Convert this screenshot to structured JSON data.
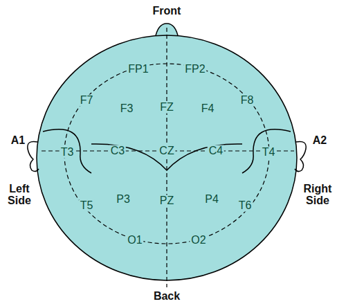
{
  "diagram": {
    "labels": [
      "Front",
      "FP1",
      "FP2",
      "F7",
      "F3",
      "FZ",
      "F4",
      "F8",
      "A1",
      "A2",
      "T3",
      "C3",
      "CZ",
      "C4",
      "T4",
      "Left Side",
      "Right Side",
      "T5",
      "P3",
      "PZ",
      "P4",
      "T6",
      "O1",
      "O2",
      "Back"
    ]
  }
}
